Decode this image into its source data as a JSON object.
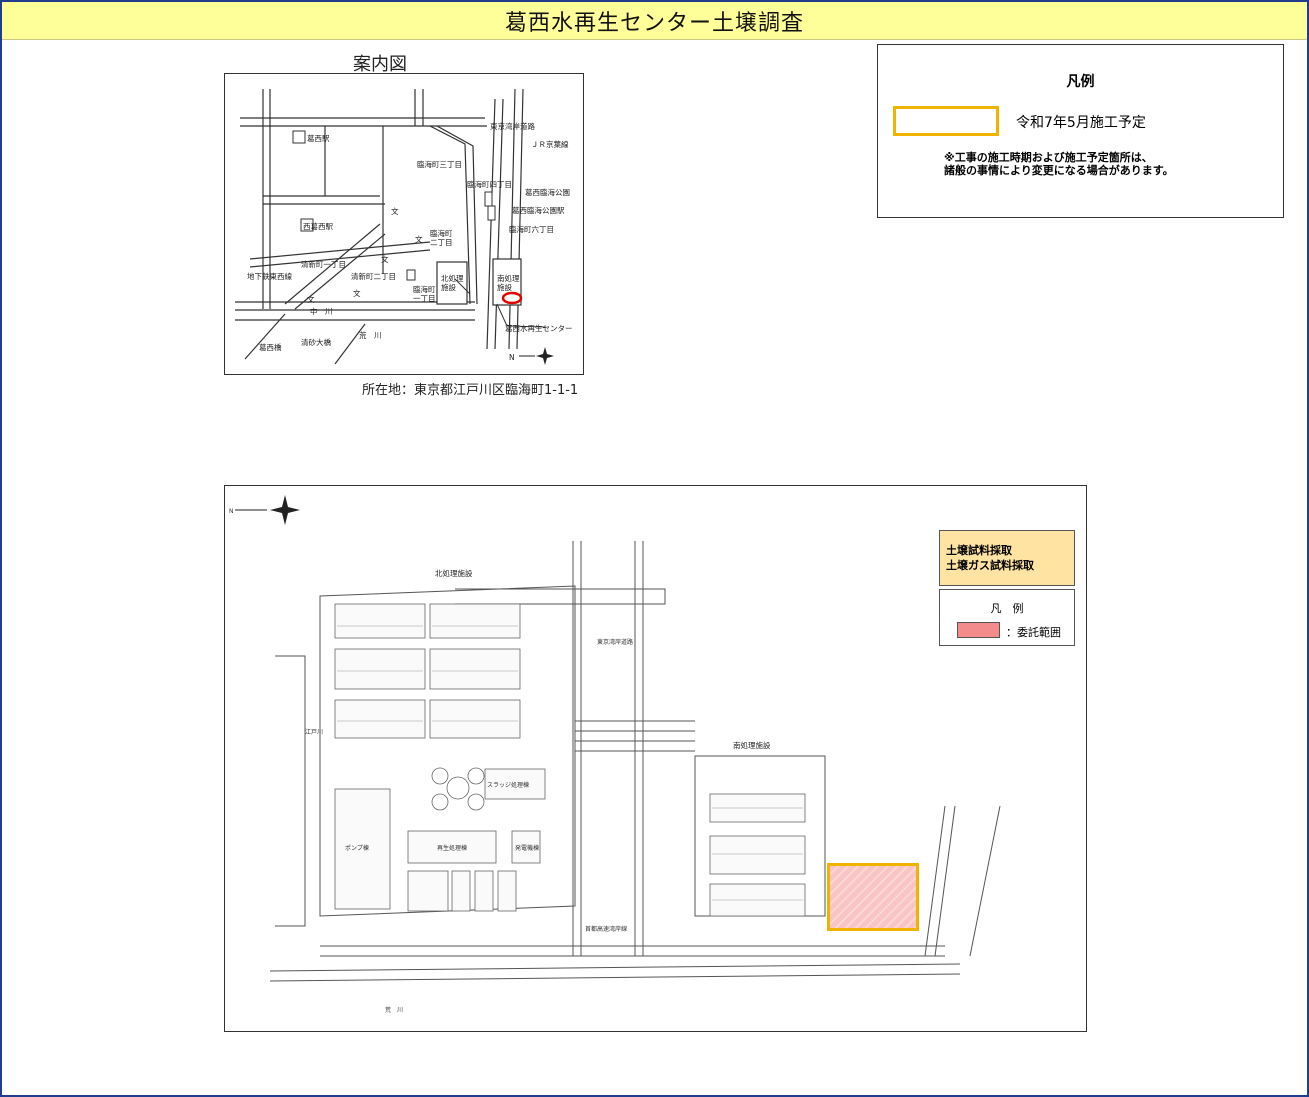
{
  "page": {
    "title": "葛西水再生センター土壌調査"
  },
  "location_map": {
    "caption": "案内図",
    "address": "所在地：東京都江戸川区臨海町1-1-1",
    "labels": {
      "kasai_station": "葛西駅",
      "nishikasai_station": "西葛西駅",
      "rinkai3": "臨海町三丁目",
      "rinkai4": "臨海町四丁目",
      "rinkai2": "臨海町\n二丁目",
      "rinkai1": "臨海町\n一丁目",
      "rinkai6": "臨海町六丁目",
      "seishin1": "清新町一丁目",
      "seishin2": "清新町二丁目",
      "tozai_line": "地下鉄東西線",
      "keiyo_line": "ＪＲ京葉線",
      "wangan_road": "東京湾岸道路",
      "rinkai_park": "葛西臨海公園",
      "rinkai_park_station": "葛西臨海公園駅",
      "north_facility": "北処理\n施設",
      "south_facility": "南処理\n施設",
      "center": "葛西水再生センター",
      "nakagawa": "中　川",
      "arakawa": "荒　川",
      "kasai_bridge": "葛西橋",
      "seisa_bridge": "清砂大橋",
      "school": "文",
      "n_mark": "N"
    }
  },
  "legend_top": {
    "title": "凡例",
    "swatch_color": "#f0b400",
    "label": "令和7年5月施工予定",
    "note": "※工事の施工時期および施工予定箇所は、\n諸般の事情により変更になる場合があります。"
  },
  "site_map": {
    "soil_box": {
      "line1": "土壌試料採取",
      "line2": "土壌ガス試料採取"
    },
    "inner_legend": {
      "title": "凡　例",
      "swatch_color": "#f38b8b",
      "label": "：委託範囲"
    },
    "labels": {
      "north_facility": "北処理施設",
      "south_facility": "南処理施設",
      "wangan_road": "東京湾岸道路",
      "shuto_road": "首都高速湾岸線",
      "arakawa": "荒　川",
      "edogawa": "江戸川",
      "sludge": "スラッジ処理棟",
      "recycled_water": "再生処理棟",
      "power": "発電機棟",
      "pump": "ポンプ棟",
      "n_mark": "N"
    }
  }
}
